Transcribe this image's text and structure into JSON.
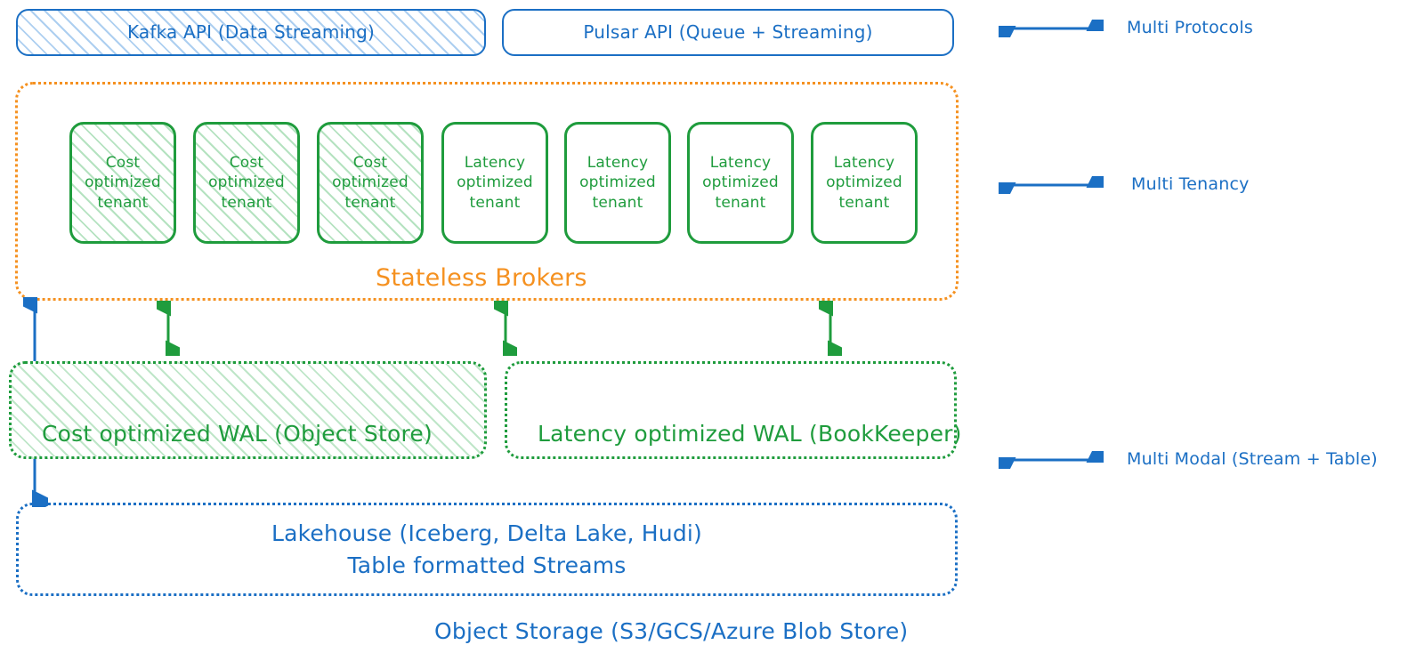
{
  "diagram": {
    "title": "Streaming platform layered architecture",
    "colors": {
      "blue": "#1b6fc4",
      "green": "#1f9c3d",
      "orange": "#f59120"
    }
  },
  "api_layer": {
    "boxes": [
      {
        "label": "Kafka API (Data Streaming)",
        "hatched": true
      },
      {
        "label": "Pulsar API (Queue + Streaming)",
        "hatched": false
      }
    ]
  },
  "brokers_layer": {
    "title": "Stateless Brokers",
    "tenants": [
      {
        "label": "Cost\noptimized\ntenant",
        "type": "cost",
        "hatched": true
      },
      {
        "label": "Cost\noptimized\ntenant",
        "type": "cost",
        "hatched": true
      },
      {
        "label": "Cost\noptimized\ntenant",
        "type": "cost",
        "hatched": true
      },
      {
        "label": "Latency\noptimized\ntenant",
        "type": "latency",
        "hatched": false
      },
      {
        "label": "Latency\noptimized\ntenant",
        "type": "latency",
        "hatched": false
      },
      {
        "label": "Latency\noptimized\ntenant",
        "type": "latency",
        "hatched": false
      },
      {
        "label": "Latency\noptimized\ntenant",
        "type": "latency",
        "hatched": false
      }
    ]
  },
  "wal_layer": {
    "boxes": [
      {
        "label": "Cost optimized WAL (Object Store)",
        "hatched": true
      },
      {
        "label": "Latency optimized WAL (BookKeeper)",
        "hatched": false
      }
    ]
  },
  "storage_layer": {
    "lakehouse_line1": "Lakehouse (Iceberg, Delta Lake, Hudi)",
    "lakehouse_line2": "Table formatted Streams",
    "object_storage": "Object Storage (S3/GCS/Azure Blob Store)"
  },
  "annotations": [
    {
      "label": "Multi Protocols",
      "icon": "double-arrow-icon"
    },
    {
      "label": "Multi Tenancy",
      "icon": "double-arrow-icon"
    },
    {
      "label": "Multi Modal (Stream + Table)",
      "icon": "double-arrow-icon"
    }
  ],
  "connectors": {
    "broker_to_wal": "green-double-arrow",
    "broker_to_lakehouse": "blue-double-arrow"
  }
}
